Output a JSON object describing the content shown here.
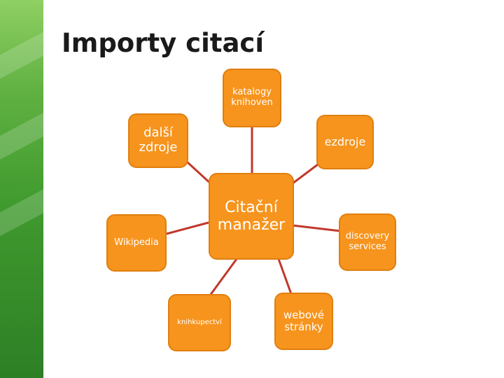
{
  "title": "Importy citací",
  "center": {
    "label": "Citační\nmanažer"
  },
  "nodes": {
    "katalogy": "katalogy\nknihoven",
    "dalsi": "další\nzdroje",
    "ezdroje": "ezdroje",
    "wikipedia": "Wikipedia",
    "discovery": "discovery\nservices",
    "knihkupectvi": "knihkupectví",
    "webove": "webové\nstránky"
  },
  "colors": {
    "node_fill": "#f7941d",
    "connector": "#c0392b",
    "band": "#4aa336"
  }
}
